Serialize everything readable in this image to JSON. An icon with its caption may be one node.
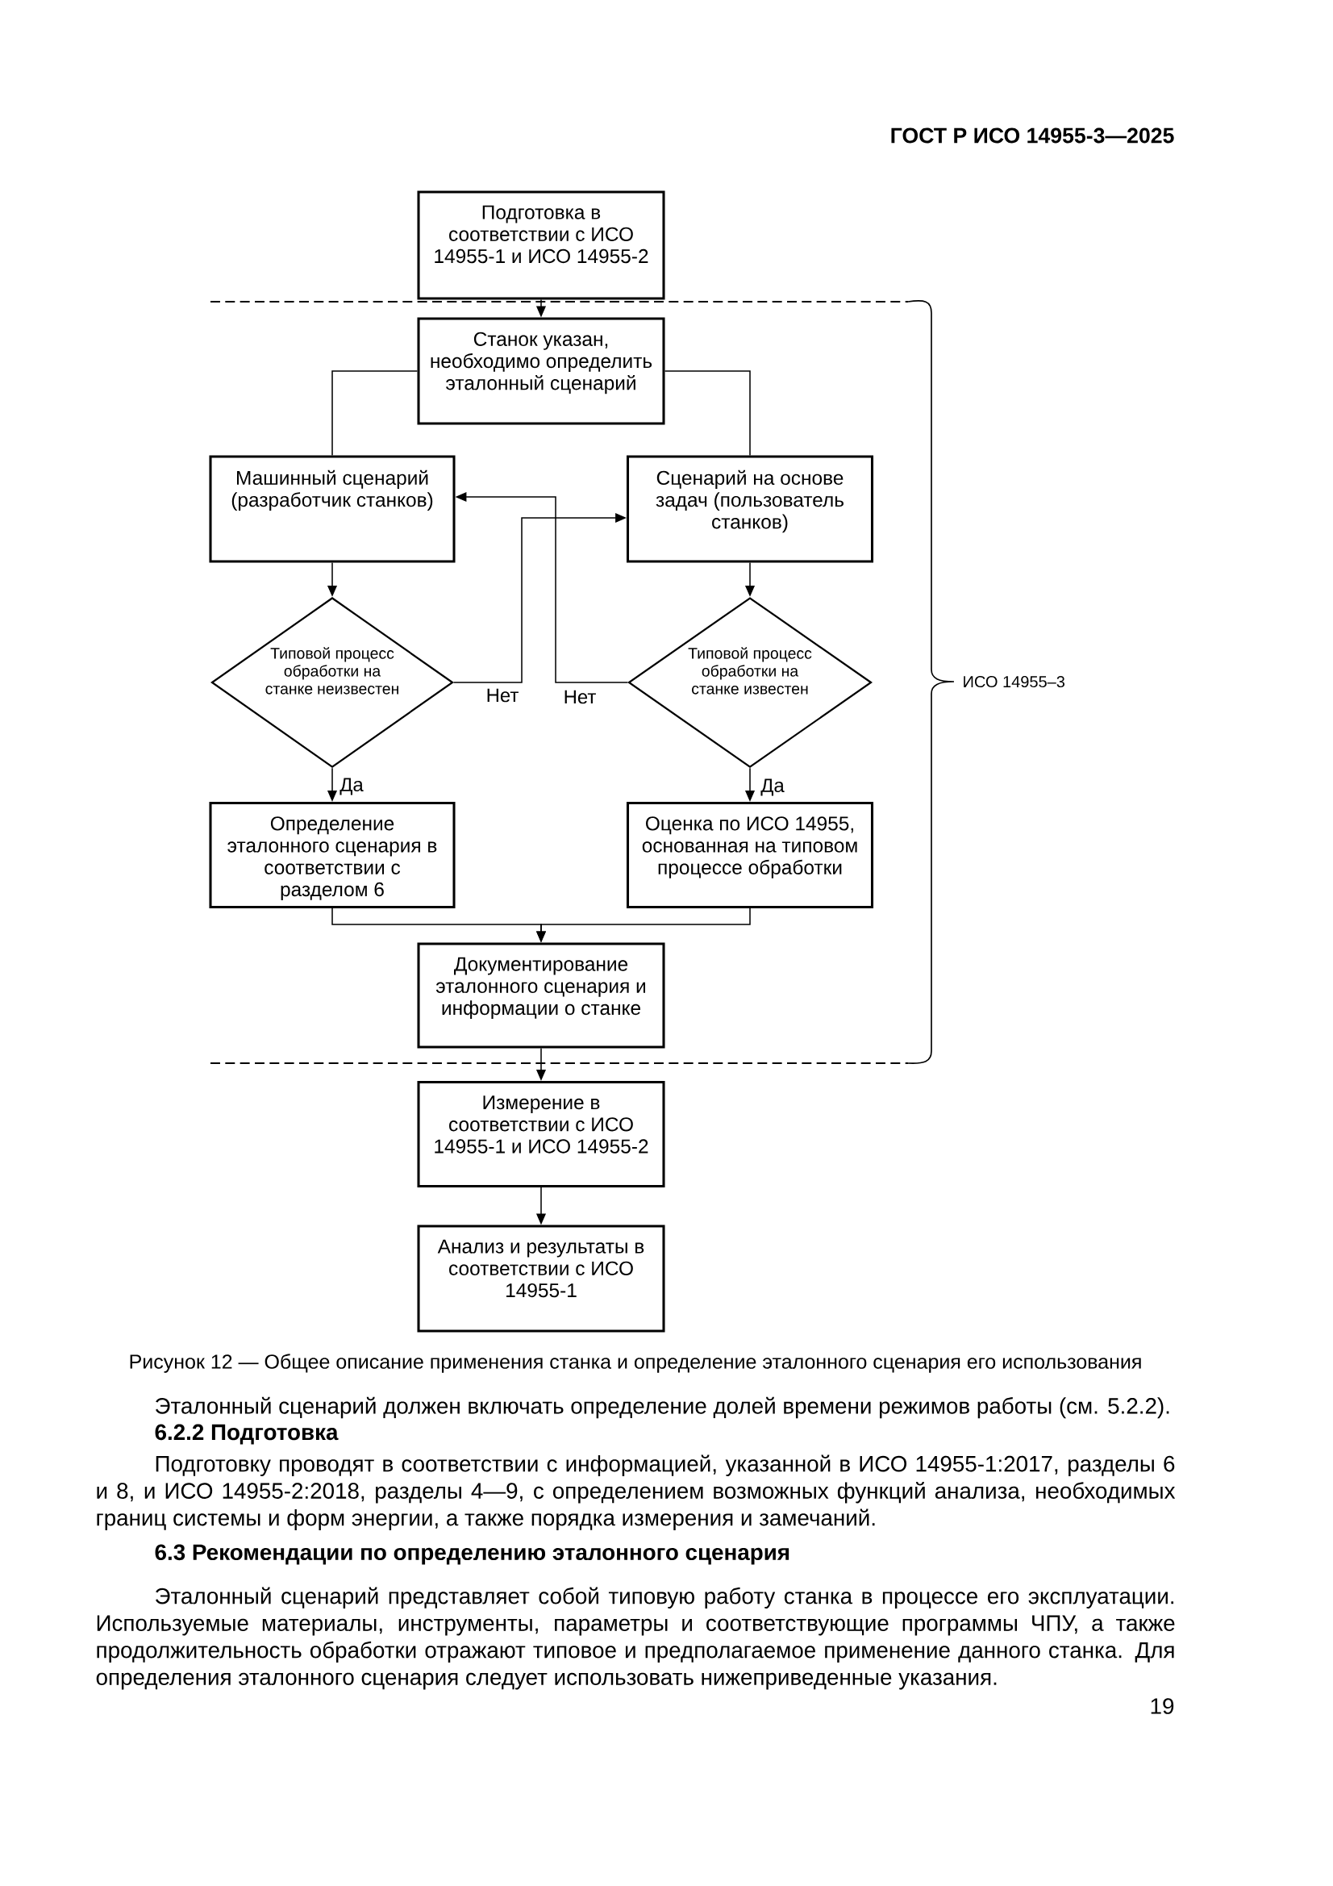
{
  "diagram": {
    "caption": "Рисунок 12 — Общее описание применения станка и определение эталонного сценария его использования",
    "nodes": [
      {
        "text": [
          "Подготовка в соответствии с ИСО 14955-1 и ИСО 14955-2"
        ]
      },
      {
        "text": [
          "Станок указан, необходимо определить эталонный сценарий"
        ]
      },
      {
        "text": [
          "Машинный сценарий (разработчик станков)"
        ]
      },
      {
        "text": [
          "Сценарий на основе задач (пользователь станков)"
        ]
      },
      {
        "text": [
          "Типовой процесс обработки на станке неизвестен"
        ]
      },
      {
        "text": [
          "Типовой процесс обработки на станке известен"
        ]
      },
      {
        "text": [
          "Определение эталонного сценария в соответствии с разделом 6"
        ]
      },
      {
        "text": [
          "Оценка по ИСО 14955, основанная на типовом процессе обработки"
        ]
      },
      {
        "text": [
          "Документирование эталонного сценария и информации о станке"
        ]
      },
      {
        "text": [
          "Измерение в соответствии с ИСО 14955-1 и ИСО 14955-2"
        ]
      },
      {
        "text": [
          "Анализ и результаты в соответствии с ИСО 14955-1"
        ]
      }
    ],
    "edges": [
      {
        "from": 0,
        "to": 1,
        "arrow": "to"
      },
      {
        "from": 1,
        "to": 2,
        "arrow": "none"
      },
      {
        "from": 1,
        "to": 3,
        "arrow": "none"
      },
      {
        "from": 2,
        "to": 4,
        "arrow": "to"
      },
      {
        "from": 3,
        "to": 5,
        "arrow": "to"
      },
      {
        "from": 4,
        "to": 3,
        "arrow": "to",
        "label": "Нет"
      },
      {
        "from": 5,
        "to": 2,
        "arrow": "to",
        "label": "Нет"
      },
      {
        "from": 4,
        "to": 6,
        "arrow": "to",
        "label": "Да"
      },
      {
        "from": 5,
        "to": 7,
        "arrow": "to",
        "label": "Да"
      },
      {
        "from": 6,
        "to": 8,
        "arrow": "to"
      },
      {
        "from": 7,
        "to": 8,
        "arrow": "to"
      },
      {
        "from": 8,
        "to": 9,
        "arrow": "to"
      },
      {
        "from": 9,
        "to": 10,
        "arrow": "to"
      }
    ],
    "labels": [
      "ГОСТ Р ИСО 14955-3—2025",
      "ИСО 14955–3",
      "Эталонный сценарий должен включать определение долей времени режимов работы (см. 5.2.2).",
      "6.2.2 Подготовка",
      "Подготовку проводят в соответствии с информацией, указанной в ИСО 14955-1:2017, разделы 6 и 8, и ИСО 14955-2:2018, разделы 4—9, с определением возможных функций анализа, необходимых границ системы и форм энергии, а также порядка измерения и замечаний.",
      "6.3 Рекомендации по определению эталонного сценария",
      "Эталонный сценарий представляет собой типовую работу станка в процессе его эксплуатации. Используемые материалы, инструменты, параметры и соответствующие программы ЧПУ, а также продолжительность обработки отражают типовое и предполагаемое применение данного станка. Для определения эталонного сценария следует использовать нижеприведенные указания.",
      "19"
    ]
  }
}
